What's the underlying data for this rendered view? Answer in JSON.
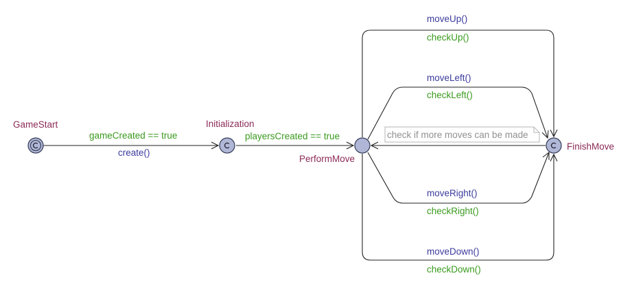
{
  "colors": {
    "location_name": "#8b2a56",
    "guard": "#3a9a1e",
    "action": "#3b3b9e",
    "location_fill": "#b0b7d6",
    "note_text": "#909090"
  },
  "locations": {
    "game_start": "GameStart",
    "initialization": "Initialization",
    "perform_move": "PerformMove",
    "finish_move": "FinishMove"
  },
  "edges": {
    "start_to_init": {
      "guard": "gameCreated == true",
      "action": "create()"
    },
    "init_to_perform": {
      "guard": "playersCreated == true"
    },
    "up": {
      "action": "moveUp()",
      "guard": "checkUp()"
    },
    "left": {
      "action": "moveLeft()",
      "guard": "checkLeft()"
    },
    "right": {
      "action": "moveRight()",
      "guard": "checkRight()"
    },
    "down": {
      "action": "moveDown()",
      "guard": "checkDown()"
    },
    "back": {
      "comment": "check if more moves can be made"
    }
  }
}
